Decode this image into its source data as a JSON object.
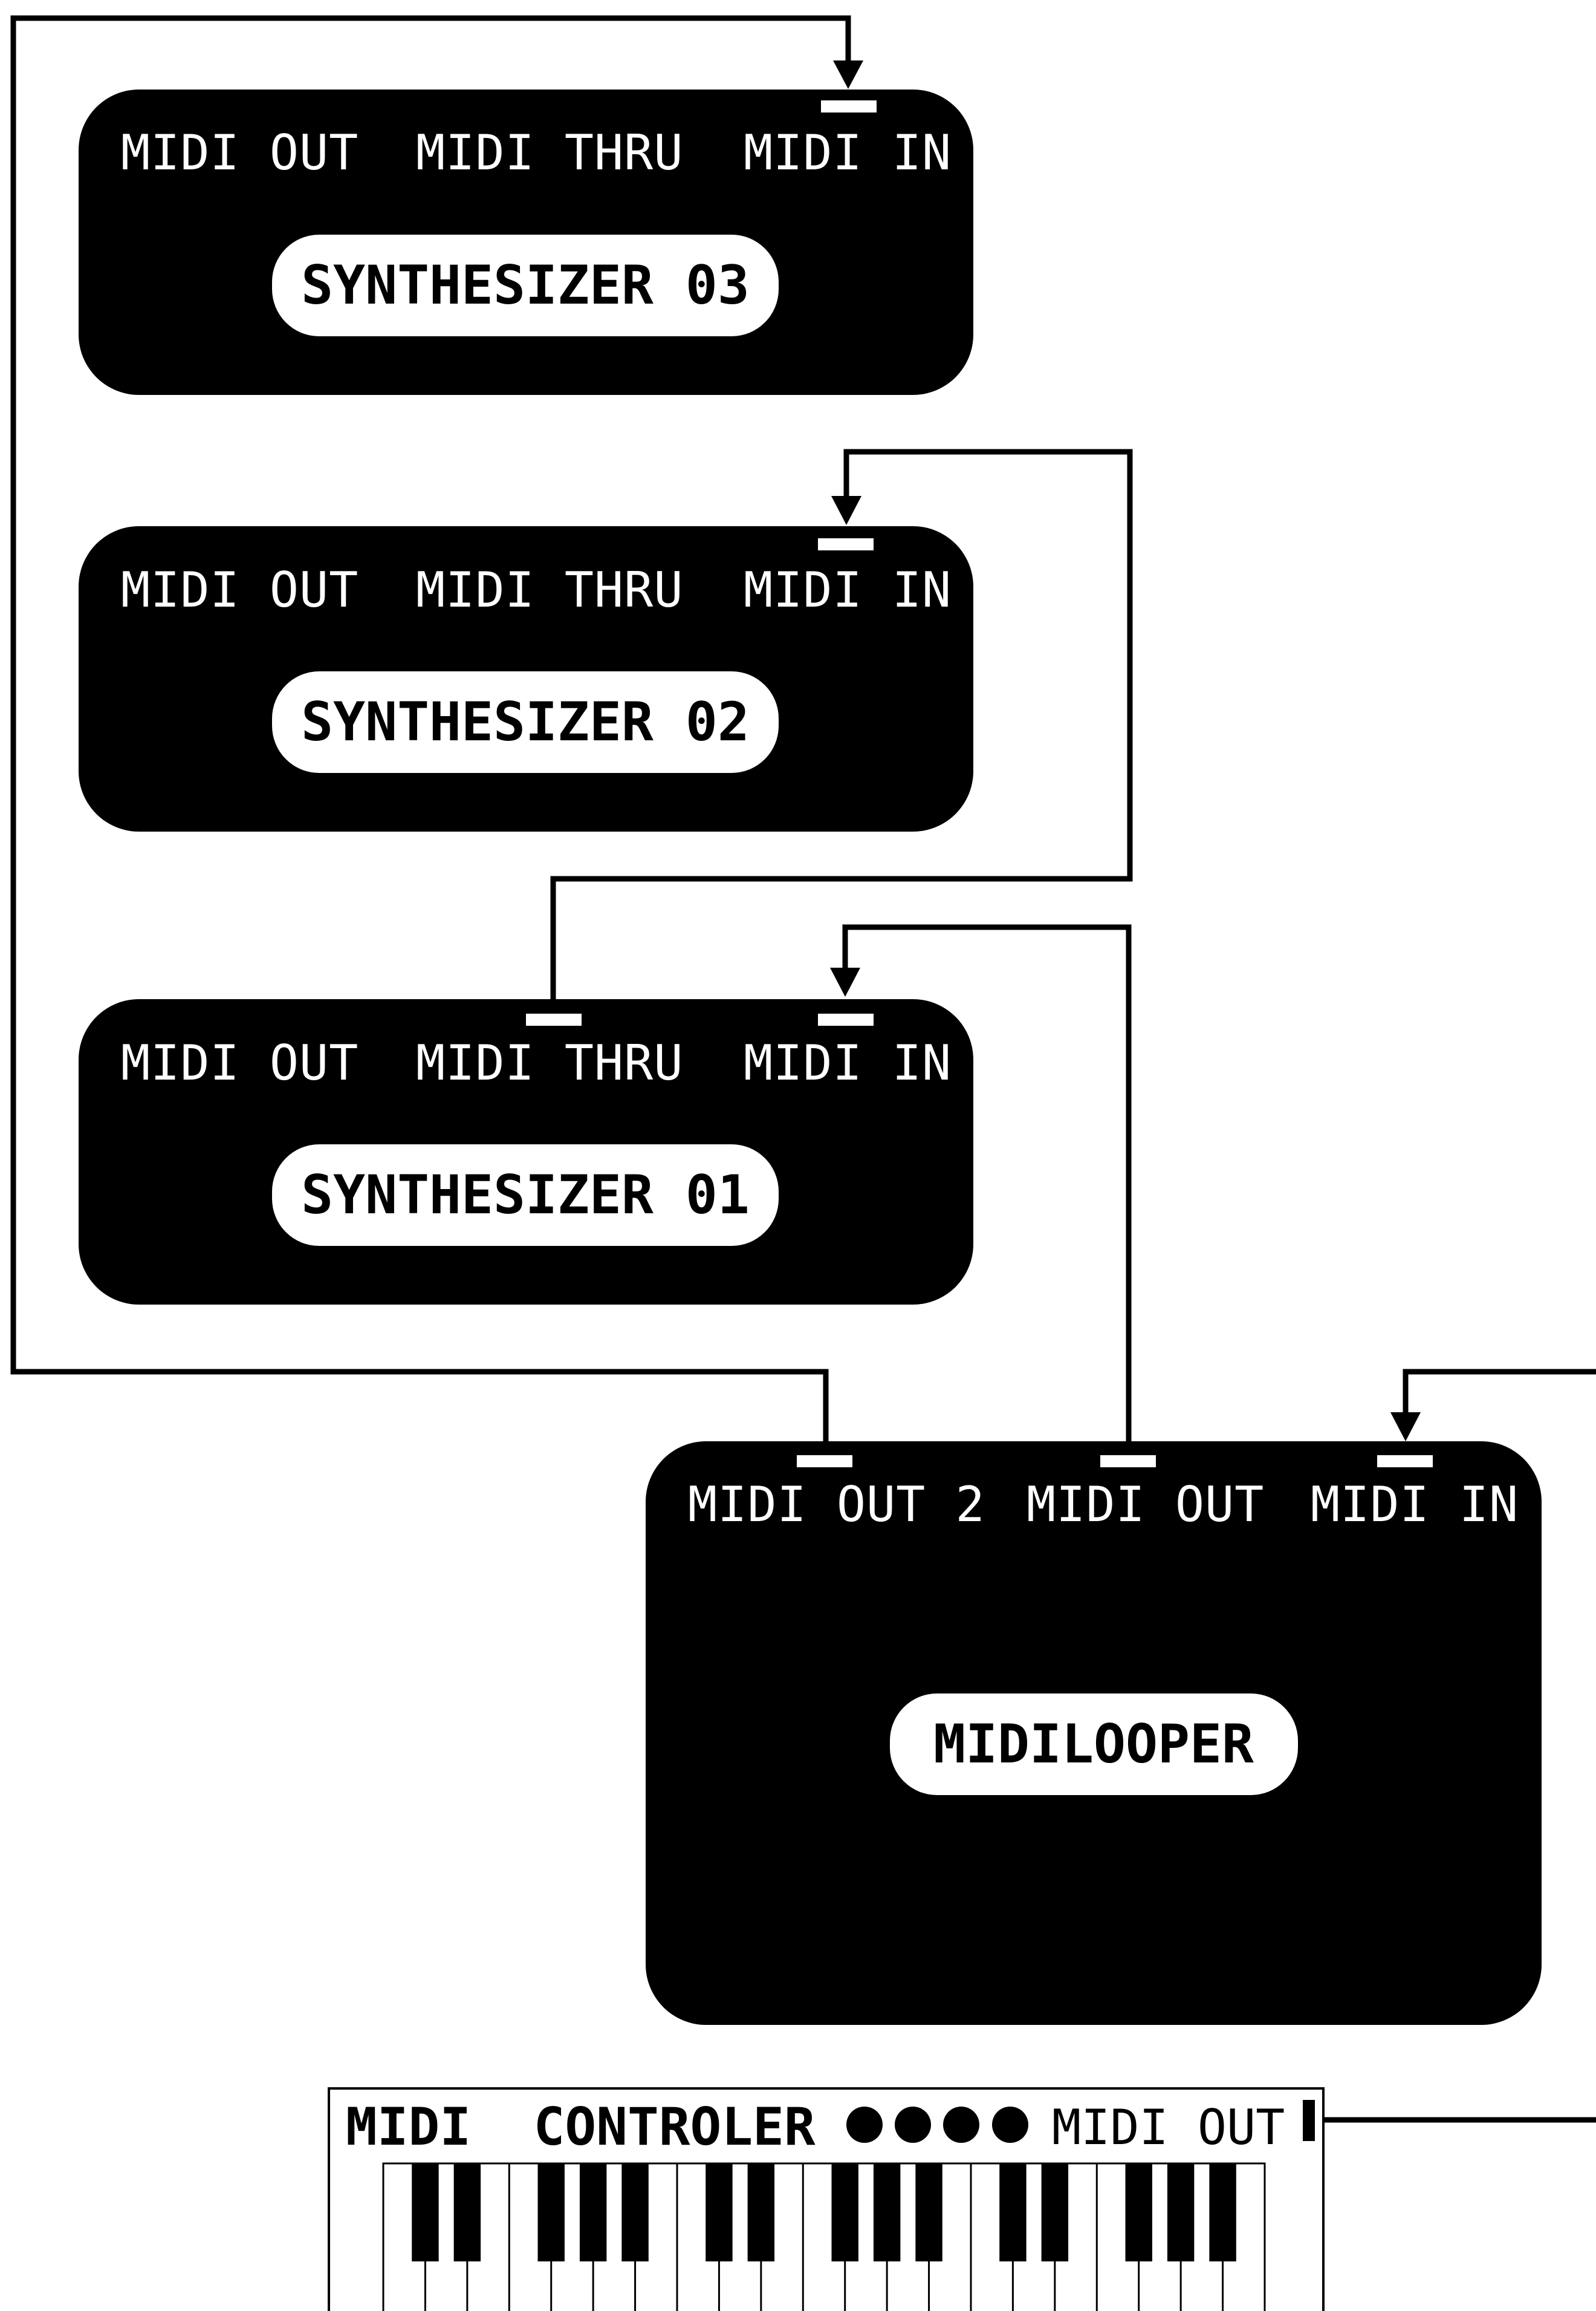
{
  "colors": {
    "device_fill": "#000000",
    "label_fill": "#ffffff",
    "wire": "#000000"
  },
  "synthesizer_03": {
    "midi_out": "MIDI OUT",
    "midi_thru": "MIDI THRU",
    "midi_in": "MIDI IN",
    "name": "SYNTHESIZER 03"
  },
  "synthesizer_02": {
    "midi_out": "MIDI OUT",
    "midi_thru": "MIDI THRU",
    "midi_in": "MIDI IN",
    "name": "SYNTHESIZER 02"
  },
  "synthesizer_01": {
    "midi_out": "MIDI OUT",
    "midi_thru": "MIDI THRU",
    "midi_in": "MIDI IN",
    "name": "SYNTHESIZER 01"
  },
  "midilooper": {
    "midi_out_2": "MIDI OUT 2",
    "midi_out": "MIDI OUT",
    "midi_in": "MIDI IN",
    "name": "MIDILOOPER"
  },
  "controller": {
    "name": "MIDI  CONTROLER",
    "midi_out": "MIDI OUT",
    "indicator_icons": [
      "dot-icon",
      "dot-icon",
      "dot-icon",
      "dot-icon"
    ]
  }
}
